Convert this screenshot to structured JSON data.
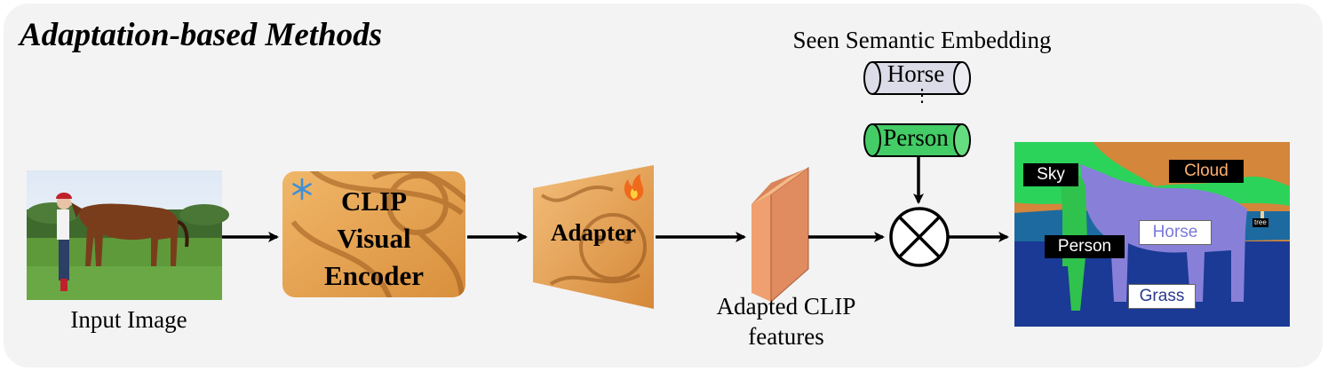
{
  "title": "Adaptation-based Methods",
  "input": {
    "caption": "Input Image"
  },
  "encoder": {
    "lines": [
      "CLIP",
      "Visual",
      "Encoder"
    ],
    "status_icon": "snowflake-icon"
  },
  "adapter": {
    "label": "Adapter",
    "status_icon": "flame-icon"
  },
  "features": {
    "caption_lines": [
      "Adapted CLIP",
      "features"
    ]
  },
  "embedding": {
    "title": "Seen Semantic Embedding",
    "items": [
      "Horse",
      "Person"
    ],
    "ellipsis": "⋮"
  },
  "operator": "multiply-circle-icon",
  "segmentation": {
    "labels": {
      "sky": "Sky",
      "cloud": "Cloud",
      "person": "Person",
      "horse": "Horse",
      "grass": "Grass",
      "tree": "tree"
    }
  },
  "colors": {
    "panel_bg": "#f3f3f3",
    "encoder_bg": "#e6a24e",
    "feature_block": "#f0a070",
    "horse_emb": "#dcdce8",
    "person_emb": "#44cc66",
    "seg_sky": "#2bd35a",
    "seg_cloud": "#d4863a",
    "seg_grass": "#1a3a95",
    "seg_horse": "#8880d8",
    "seg_person": "#2fc24c"
  }
}
